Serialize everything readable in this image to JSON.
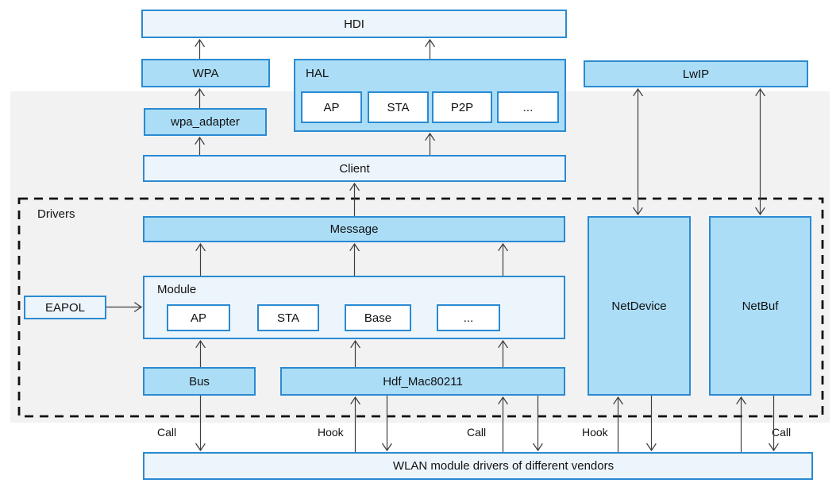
{
  "boxes": {
    "hdi": "HDI",
    "wpa": "WPA",
    "hal_label": "HAL",
    "hal_items": [
      "AP",
      "STA",
      "P2P",
      "..."
    ],
    "lwip": "LwIP",
    "wpa_adapter": "wpa_adapter",
    "client": "Client",
    "drivers_label": "Drivers",
    "message": "Message",
    "module_label": "Module",
    "module_items": [
      "AP",
      "STA",
      "Base",
      "..."
    ],
    "eapol": "EAPOL",
    "bus": "Bus",
    "hdf": "Hdf_Mac80211",
    "netdevice": "NetDevice",
    "netbuf": "NetBuf",
    "vendors": "WLAN module drivers of different vendors"
  },
  "edge_labels": [
    {
      "text": "Call"
    },
    {
      "text": "Hook"
    },
    {
      "text": "Call"
    },
    {
      "text": "Hook"
    },
    {
      "text": "Call"
    }
  ],
  "colors": {
    "box_fill_strong": "#abddf7",
    "box_fill_light": "#edf5fc",
    "box_border": "#2a8ad2",
    "background_band": "#f2f2f2",
    "drivers_border": "#111111",
    "arrow": "#3f3f3f",
    "text": "#111111"
  }
}
